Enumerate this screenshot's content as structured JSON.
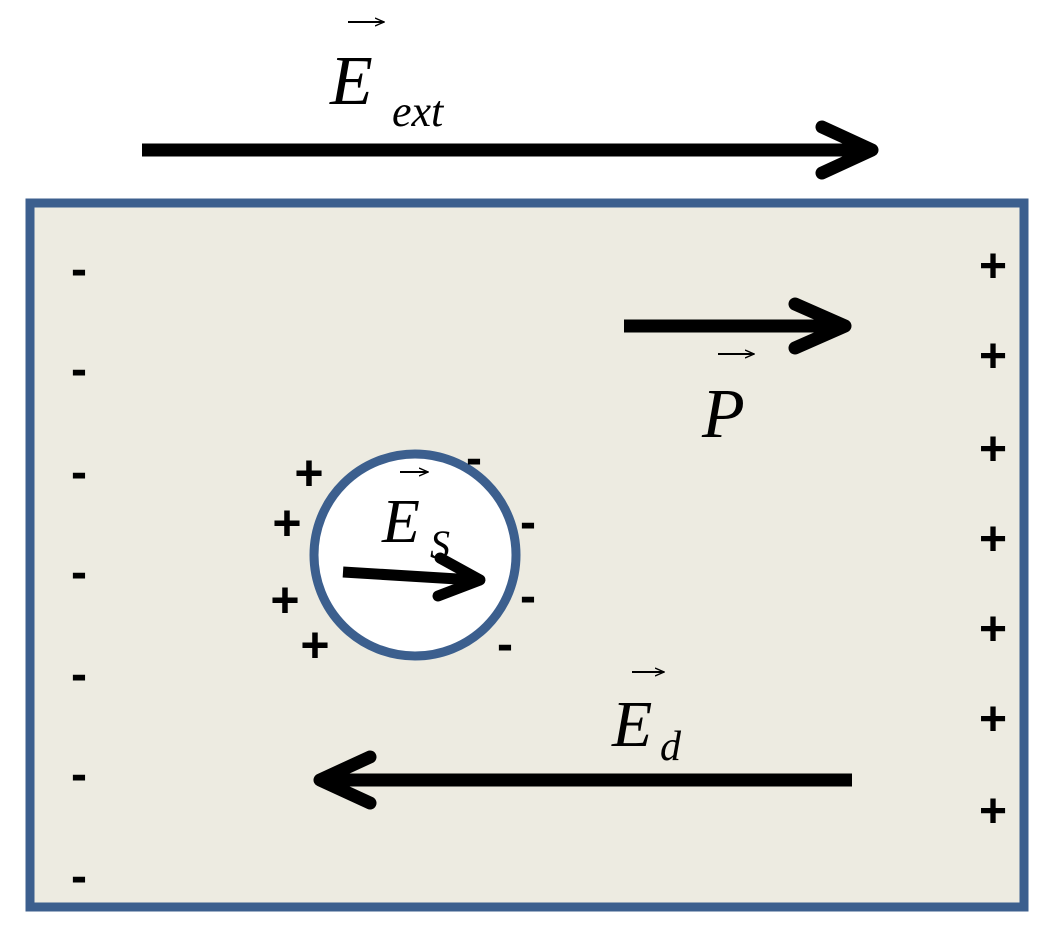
{
  "colors": {
    "background": "#ffffff",
    "slab_fill": "#edebe1",
    "slab_border": "#3c5f8e",
    "cavity_fill": "#ffffff",
    "cavity_border": "#3c5f8e",
    "arrow": "#000000",
    "text": "#000000"
  },
  "labels": {
    "e_ext": {
      "symbol": "E",
      "sub": "ext"
    },
    "polarization": {
      "symbol": "P"
    },
    "e_cavity": {
      "symbol": "E",
      "sub": "S"
    },
    "e_depolarization": {
      "symbol": "E",
      "sub": "d"
    }
  },
  "charges": {
    "left_surface": [
      "-",
      "-",
      "-",
      "-",
      "-",
      "-",
      "-"
    ],
    "right_surface": [
      "+",
      "+",
      "+",
      "+",
      "+",
      "+",
      "+"
    ],
    "cavity_left": [
      "+",
      "+",
      "+",
      "+"
    ],
    "cavity_right": [
      "-",
      "-",
      "-",
      "-"
    ]
  }
}
